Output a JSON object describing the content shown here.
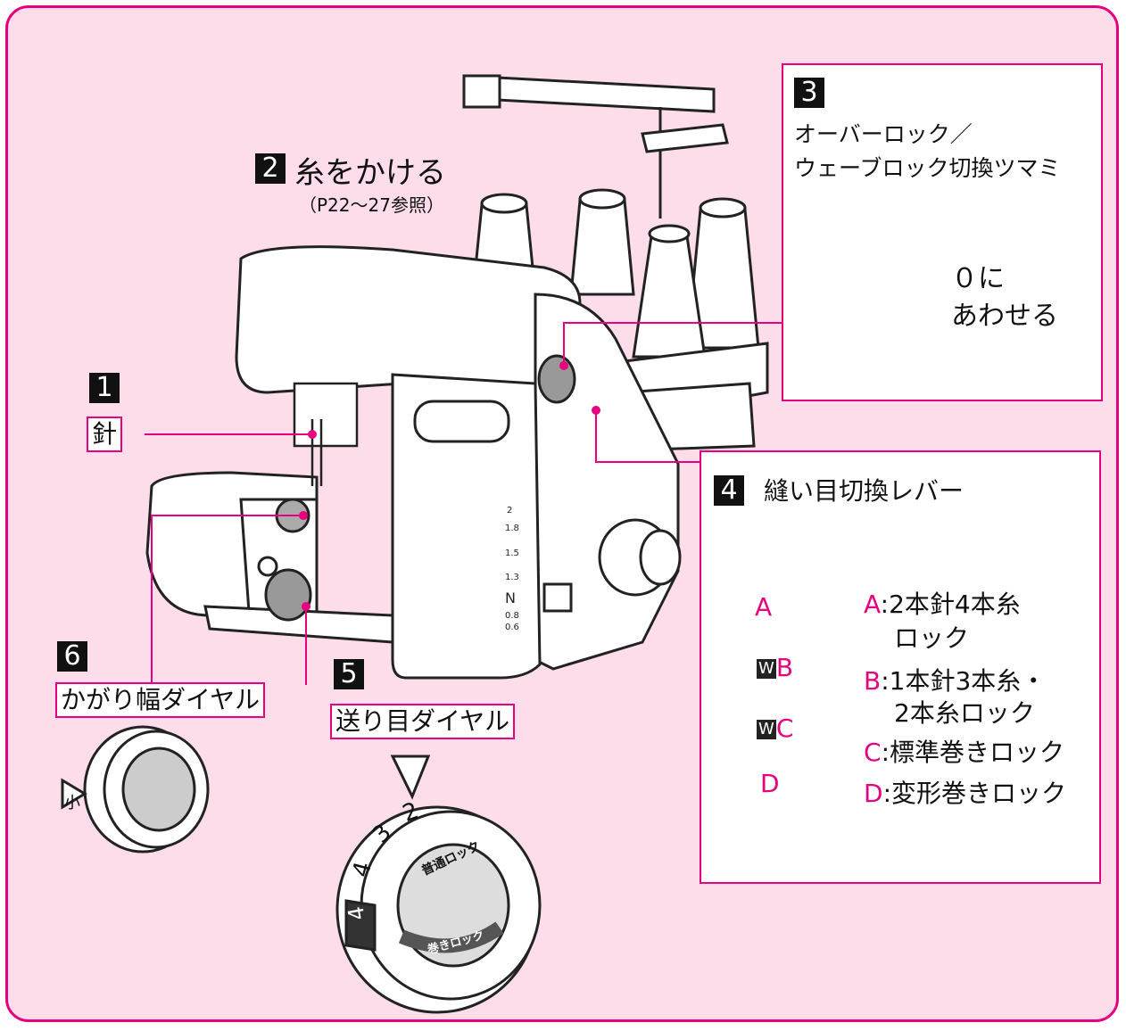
{
  "thread_step": {
    "number": "2",
    "title": "糸をかける",
    "ref": "（P22〜27参照）"
  },
  "needle_step": {
    "number": "1",
    "label": "針"
  },
  "mode_dial": {
    "number": "3",
    "title_line1": "オーバーロック／",
    "title_line2": "ウェーブロック切換ツマミ",
    "dial_mark": "0",
    "instruction_line1": "０に",
    "instruction_line2": "あわせる"
  },
  "stitch_lever": {
    "number": "4",
    "title": "縫い目切換レバー",
    "lever_marks": [
      "A",
      "B",
      "C",
      "D"
    ],
    "wave_mark": "W",
    "options": [
      {
        "key": "A",
        "line1": "2本針4本糸",
        "line2": "ロック"
      },
      {
        "key": "B",
        "line1": "1本針3本糸・",
        "line2": "2本糸ロック"
      },
      {
        "key": "C",
        "line1": "標準巻きロック",
        "line2": ""
      },
      {
        "key": "D",
        "line1": "変形巻きロック",
        "line2": ""
      }
    ],
    "separator": ":"
  },
  "differential_dial": {
    "number": "5",
    "label": "送り目ダイヤル"
  },
  "cut_width_dial": {
    "number": "6",
    "label": "かがり幅ダイヤル",
    "dial_mark": "小"
  },
  "feed_dial_face": {
    "numbers": [
      "2",
      "3",
      "4",
      "4"
    ],
    "top_text": "普通ロック",
    "bottom_text": "巻きロック"
  },
  "machine_scale": [
    "2",
    "1.8",
    "1.5",
    "1.3",
    "N",
    "0.8",
    "0.6"
  ],
  "colors": {
    "accent": "#e6007e",
    "background": "#fcdde9",
    "ink": "#111111"
  }
}
